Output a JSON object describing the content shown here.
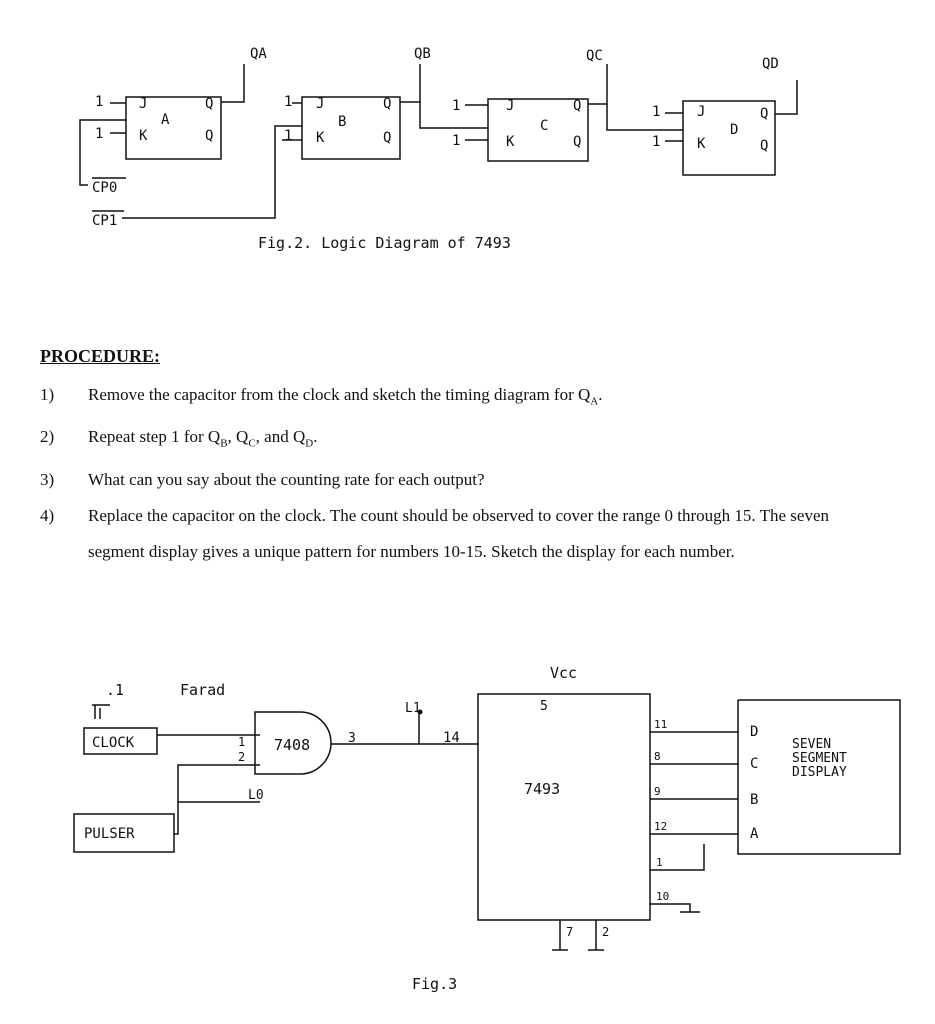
{
  "fig2": {
    "caption": "Fig.2. Logic Diagram of 7493",
    "outputs": [
      "QA",
      "QB",
      "QC",
      "QD"
    ],
    "flipflops": [
      {
        "name": "A",
        "j": "J",
        "k": "K",
        "q": "Q",
        "qbar": "Q",
        "j_in": "1",
        "k_in": "1"
      },
      {
        "name": "B",
        "j": "J",
        "k": "K",
        "q": "Q",
        "qbar": "Q",
        "j_in": "1",
        "k_in": "1"
      },
      {
        "name": "C",
        "j": "J",
        "k": "K",
        "q": "Q",
        "qbar": "Q",
        "j_in": "1",
        "k_in": "1"
      },
      {
        "name": "D",
        "j": "J",
        "k": "K",
        "q": "Q",
        "qbar": "Q",
        "j_in": "1",
        "k_in": "1"
      }
    ],
    "cp0": "CP0",
    "cp1": "CP1"
  },
  "procedure": {
    "heading": "PROCEDURE:",
    "steps": [
      {
        "num": "1)",
        "text_a": "Remove the capacitor from the clock and sketch the timing diagram for Q",
        "sub_a": "A",
        "text_b": "."
      },
      {
        "num": "2)",
        "text_a": "Repeat step 1 for Q",
        "sub_a": "B",
        "text_b": ", Q",
        "sub_b": "C",
        "text_c": ", and Q",
        "sub_c": "D",
        "text_d": "."
      },
      {
        "num": "3)",
        "text": "What can you say about the counting rate for each output?"
      },
      {
        "num": "4)",
        "text": "Replace the capacitor on the clock.  The count should be observed to cover the range 0 through 15.  The seven segment display gives a unique pattern for numbers 10-15. Sketch the display for each number."
      }
    ]
  },
  "fig3": {
    "caption": "Fig.3",
    "capacitor": ".1",
    "capacitor_unit": "Farad",
    "clock": "CLOCK",
    "pulser": "PULSER",
    "gate": "7408",
    "gate_in1": "1",
    "gate_in2": "2",
    "gate_out": "3",
    "l1": "L1",
    "l0": "L0",
    "pin14": "14",
    "vcc": "Vcc",
    "vcc_pin": "5",
    "chip": "7493",
    "out_pins": [
      "11",
      "8",
      "9",
      "12"
    ],
    "reset_pins": [
      "1",
      "10"
    ],
    "gnd_pins": [
      "7",
      "2"
    ],
    "display_inputs": [
      "D",
      "C",
      "B",
      "A"
    ],
    "display": [
      "SEVEN",
      "SEGMENT",
      "DISPLAY"
    ]
  }
}
